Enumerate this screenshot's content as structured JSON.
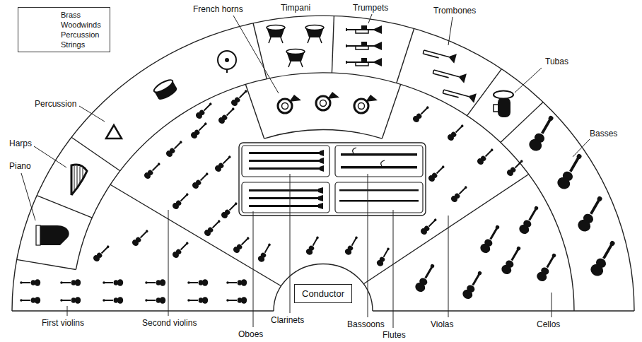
{
  "diagram": {
    "nodes": [
      {
        "text": [
          "Conductor"
        ]
      }
    ],
    "labels": [
      "French horns",
      "Timpani",
      "Trumpets",
      "Trombones",
      "Tubas",
      "Basses",
      "Percussion",
      "Harps",
      "Piano",
      "First violins",
      "Second violins",
      "Oboes",
      "Clarinets",
      "Bassoons",
      "Flutes",
      "Violas",
      "Cellos"
    ],
    "legend": [
      {
        "text": "Brass"
      },
      {
        "text": "Woodwinds"
      },
      {
        "text": "Percussion"
      },
      {
        "text": "Strings"
      }
    ]
  }
}
